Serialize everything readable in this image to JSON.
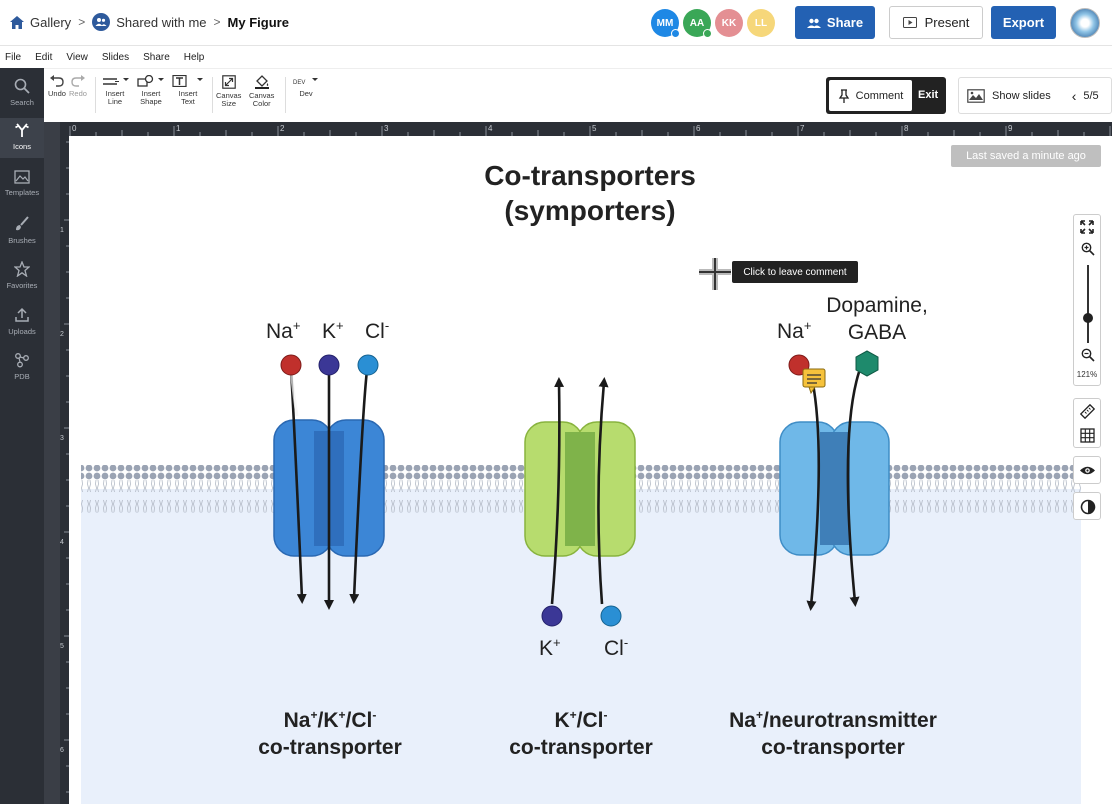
{
  "breadcrumb": {
    "gallery": "Gallery",
    "shared": "Shared with me",
    "current": "My Figure"
  },
  "collaborators": [
    {
      "initials": "MM",
      "color": "#1e88e5",
      "status": "#1e88e5"
    },
    {
      "initials": "AA",
      "color": "#3aa757",
      "status": "#3aa757"
    },
    {
      "initials": "KK",
      "color": "#e48f93"
    },
    {
      "initials": "LL",
      "color": "#f6d77a"
    }
  ],
  "header": {
    "share_label": "Share",
    "present_label": "Present",
    "export_label": "Export"
  },
  "menu": [
    "File",
    "Edit",
    "View",
    "Slides",
    "Share",
    "Help"
  ],
  "toolbar": {
    "undo": "Undo",
    "redo": "Redo",
    "insert_line": [
      "Insert",
      "Line"
    ],
    "insert_shape": [
      "Insert",
      "Shape"
    ],
    "insert_text": [
      "Insert",
      "Text"
    ],
    "canvas_size": [
      "Canvas",
      "Size"
    ],
    "canvas_color": [
      "Canvas",
      "Color"
    ],
    "dev_badge": "DEV",
    "dev": "Dev",
    "comment": "Comment",
    "exit": "Exit",
    "show_slides": "Show slides",
    "slide_counter": "5/5"
  },
  "sidebar": [
    {
      "label": "Search",
      "icon": "search-icon"
    },
    {
      "label": "Icons",
      "icon": "icons-icon",
      "active": true
    },
    {
      "label": "Templates",
      "icon": "templates-icon"
    },
    {
      "label": "Brushes",
      "icon": "brush-icon"
    },
    {
      "label": "Favorites",
      "icon": "star-icon"
    },
    {
      "label": "Uploads",
      "icon": "upload-icon"
    },
    {
      "label": "PDB",
      "icon": "molecule-icon"
    }
  ],
  "ruler": {
    "marks": [
      "0",
      "1",
      "2",
      "3",
      "4",
      "5",
      "6",
      "7",
      "8",
      "9"
    ],
    "vmarks": [
      "1",
      "2",
      "3",
      "4",
      "5",
      "6"
    ]
  },
  "canvas": {
    "saved_status": "Last saved a minute ago",
    "zoom_level": "121%",
    "tooltip": "Click to leave comment"
  },
  "figure": {
    "title_line1": "Co-transporters",
    "title_line2": "(symporters)",
    "t1": {
      "ions": [
        "Na",
        "K",
        "Cl"
      ],
      "charges": [
        "+",
        "+",
        "-"
      ],
      "caption_line2": "co-transporter"
    },
    "t2": {
      "ions": [
        "K",
        "Cl"
      ],
      "charges": [
        "+",
        "-"
      ],
      "caption_line2": "co-transporter"
    },
    "t3": {
      "ion": "Na",
      "charge": "+",
      "nt_line1": "Dopamine,",
      "nt_line2": "GABA",
      "caption_line1": "/neurotransmitter",
      "caption_line2": "co-transporter"
    },
    "slash": "/"
  },
  "colors": {
    "brand": "#2361b3",
    "sidebar": "#2b2f36",
    "membrane_bg": "#e9f0fb",
    "na": "#c0302c",
    "k": "#3b3796",
    "cl": "#2a8fd4",
    "gaba": "#1e8a6c"
  }
}
